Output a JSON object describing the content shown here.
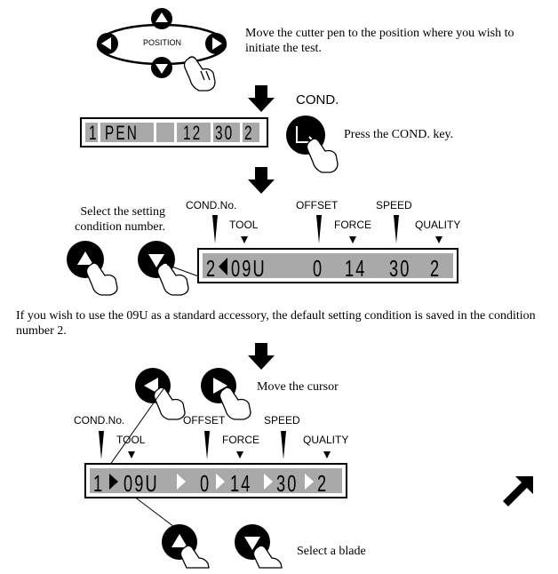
{
  "step1": {
    "position_label": "POSITION",
    "instruction": "Move the cutter pen to the position where you wish to initiate the test."
  },
  "step2": {
    "key_label": "COND.",
    "instruction": "Press the COND. key.",
    "lcd": [
      "1",
      "PEN",
      "12",
      "30",
      "2"
    ]
  },
  "step3": {
    "instruction": "Select the setting condition number.",
    "labels": {
      "cond_no": "COND.No.",
      "tool": "TOOL",
      "offset": "OFFSET",
      "force": "FORCE",
      "speed": "SPEED",
      "quality": "QUALITY"
    },
    "lcd": [
      "2",
      "09U",
      "0",
      "14",
      "30",
      "2"
    ]
  },
  "note": "If you wish to use the 09U as a standard accessory, the default setting condition is saved in the condition number 2.",
  "step4": {
    "cursor_instruction": "Move the cursor",
    "blade_instruction": "Select a blade",
    "labels": {
      "cond_no": "COND.No.",
      "tool": "TOOL",
      "offset": "OFFSET",
      "force": "FORCE",
      "speed": "SPEED",
      "quality": "QUALITY"
    },
    "lcd": [
      "1",
      "09U",
      "0",
      "14",
      "30",
      "2"
    ]
  }
}
